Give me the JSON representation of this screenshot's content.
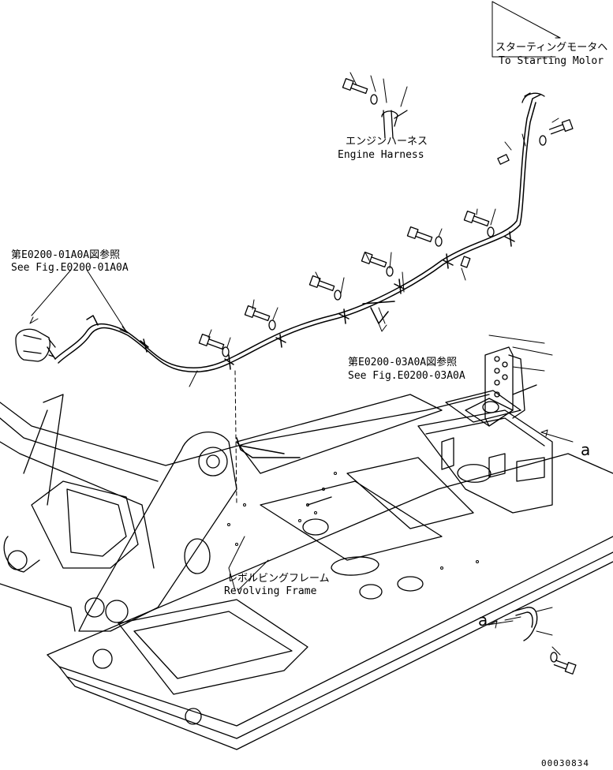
{
  "labels": {
    "starting_motor_jp": "スターティングモータヘ",
    "starting_motor_en": "To Starting Molor",
    "engine_harness_jp": "エンジンハーネス",
    "engine_harness_en": "Engine Harness",
    "see_fig_01_jp": "第E0200-01A0A図参照",
    "see_fig_01_en": "See Fig.E0200-01A0A",
    "see_fig_03_jp": "第E0200-03A0A図参照",
    "see_fig_03_en": "See Fig.E0200-03A0A",
    "revolving_frame_jp": "レボルビングフレーム",
    "revolving_frame_en": "Revolving Frame",
    "view_a_upper": "a",
    "view_a_lower": "a",
    "drawing_id": "00030834"
  }
}
